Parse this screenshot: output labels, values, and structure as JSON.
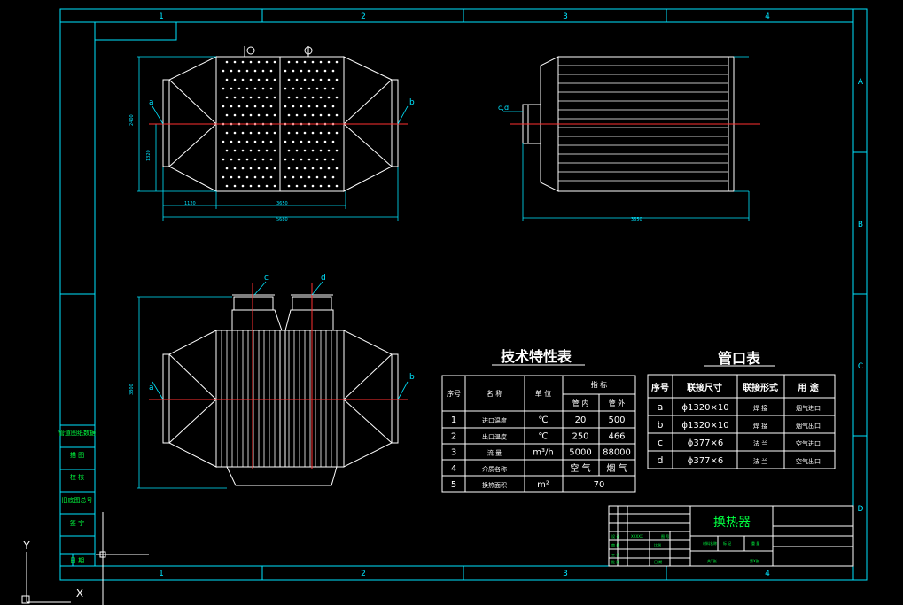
{
  "frame": {
    "col_labels": [
      "1",
      "2",
      "3",
      "4"
    ],
    "row_labels": [
      "A",
      "B",
      "C",
      "D"
    ]
  },
  "views": {
    "front": {
      "conn_a": "a",
      "conn_b": "b"
    },
    "side": {
      "conn_cd": "c,d"
    },
    "bottom": {
      "conn_a": "a",
      "conn_b": "b",
      "conn_c": "c",
      "conn_d": "d"
    }
  },
  "tech_table": {
    "title": "技术特性表",
    "col_seq": "序号",
    "col_name": "名 称",
    "col_unit": "单 位",
    "col_index": "指 标",
    "col_in": "管 内",
    "col_out": "管 外",
    "rows": [
      {
        "seq": "1",
        "name": "进口温度",
        "unit": "℃",
        "in": "20",
        "out": "500"
      },
      {
        "seq": "2",
        "name": "出口温度",
        "unit": "℃",
        "in": "250",
        "out": "466"
      },
      {
        "seq": "3",
        "name": "流 量",
        "unit": "m³/h",
        "in": "5000",
        "out": "88000"
      },
      {
        "seq": "4",
        "name": "介质名称",
        "unit": "",
        "in": "空 气",
        "out": "烟 气"
      },
      {
        "seq": "5",
        "name": "换热面积",
        "unit": "m²",
        "in": "70",
        "out": ""
      }
    ]
  },
  "nozzle_table": {
    "title": "管口表",
    "col_seq": "序号",
    "col_size": "联接尺寸",
    "col_type": "联接形式",
    "col_use": "用 途",
    "rows": [
      {
        "seq": "a",
        "size": "ϕ1320×10",
        "type": "焊 接",
        "use": "烟气进口"
      },
      {
        "seq": "b",
        "size": "ϕ1320×10",
        "type": "焊 接",
        "use": "烟气出口"
      },
      {
        "seq": "c",
        "size": "ϕ377×6",
        "type": "法 兰",
        "use": "空气进口"
      },
      {
        "seq": "d",
        "size": "ϕ377×6",
        "type": "法 兰",
        "use": "空气出口"
      }
    ]
  },
  "title_block": {
    "drawing_name": "换热器"
  },
  "side_labels": [
    "管道图纸数据",
    "描 图",
    "校 核",
    "旧底图总号",
    "签 字",
    "日 期"
  ],
  "ucs": {
    "y": "Y",
    "x": "X"
  }
}
